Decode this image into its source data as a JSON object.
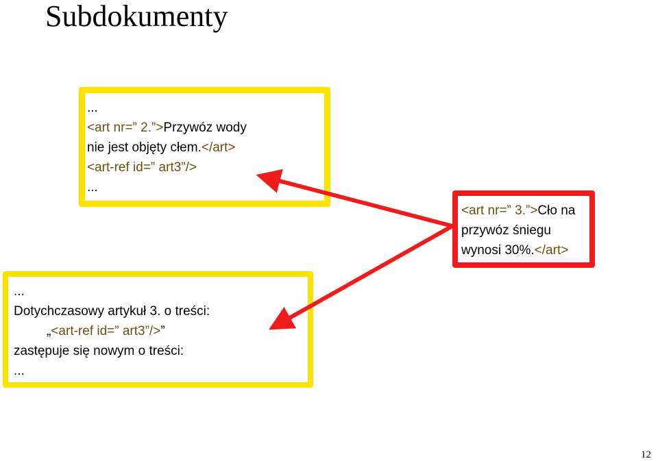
{
  "title": "Subdokumenty",
  "top_box": {
    "ellipsis_1": "...",
    "art_open": "<art nr=” 2.”>",
    "text_1": "Przywóz wody",
    "text_2": "nie jest objęty cłem.",
    "art_close": "</art>",
    "art_ref": "<art-ref id=” art3”/>",
    "ellipsis_2": "..."
  },
  "right_box": {
    "art_open": "<art nr=” 3.”>",
    "text_1": "Cło na",
    "text_2": "przywóz śniegu",
    "text_3": "wynosi 30%.",
    "art_close": "</art>"
  },
  "bottom_box": {
    "ellipsis_1": "...",
    "text_1": "Dotychczasowy artykuł 3. o treści:",
    "quote_open": "„",
    "art_ref": "<art-ref id=” art3”/>",
    "quote_close": "”",
    "text_2": "zastępuje się nowym o treści:",
    "ellipsis_2": "..."
  },
  "page_number": "12",
  "colors": {
    "yellow_border": "#fce400",
    "red_border": "#f21a1a",
    "arrow": "#ee1c1c",
    "tag_text": "#6b4e10"
  }
}
